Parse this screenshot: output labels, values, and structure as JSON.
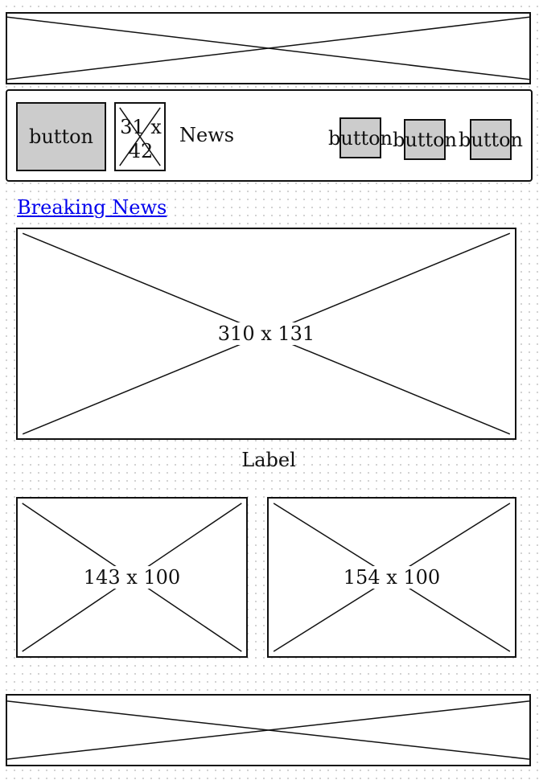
{
  "header": {
    "banner_label": ""
  },
  "toolbar": {
    "main_button": "button",
    "logo_size": "31 x 42",
    "title": "News",
    "buttons": [
      "button",
      "button",
      "button"
    ]
  },
  "content": {
    "breaking_link": "Breaking News",
    "hero_image_size": "310 x 131",
    "hero_caption": "Label",
    "thumb_left_size": "143 x 100",
    "thumb_right_size": "154 x 100"
  },
  "footer": {
    "banner_label": ""
  }
}
